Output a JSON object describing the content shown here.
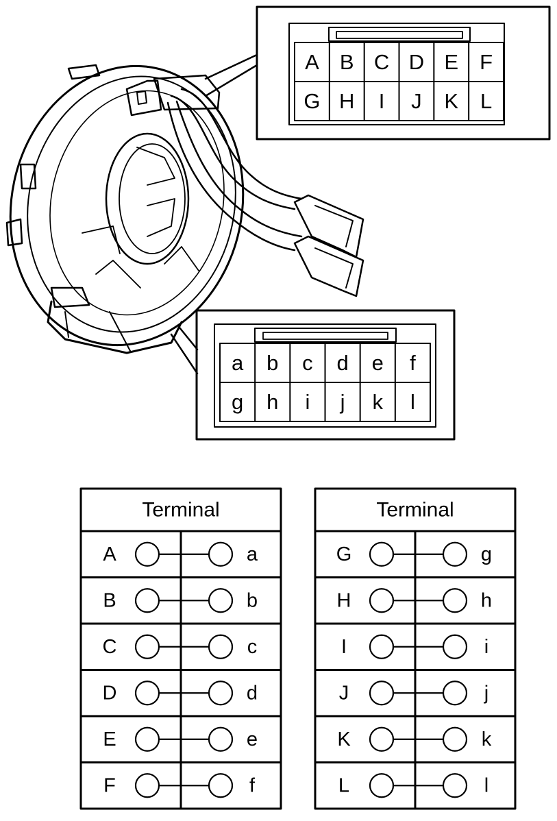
{
  "connector_top": {
    "rows": [
      [
        "A",
        "B",
        "C",
        "D",
        "E",
        "F"
      ],
      [
        "G",
        "H",
        "I",
        "J",
        "K",
        "L"
      ]
    ]
  },
  "connector_bottom": {
    "rows": [
      [
        "a",
        "b",
        "c",
        "d",
        "e",
        "f"
      ],
      [
        "g",
        "h",
        "i",
        "j",
        "k",
        "l"
      ]
    ]
  },
  "tables": [
    {
      "header": "Terminal",
      "rows": [
        {
          "left": "A",
          "right": "a"
        },
        {
          "left": "B",
          "right": "b"
        },
        {
          "left": "C",
          "right": "c"
        },
        {
          "left": "D",
          "right": "d"
        },
        {
          "left": "E",
          "right": "e"
        },
        {
          "left": "F",
          "right": "f"
        }
      ]
    },
    {
      "header": "Terminal",
      "rows": [
        {
          "left": "G",
          "right": "g"
        },
        {
          "left": "H",
          "right": "h"
        },
        {
          "left": "I",
          "right": "i"
        },
        {
          "left": "J",
          "right": "j"
        },
        {
          "left": "K",
          "right": "k"
        },
        {
          "left": "L",
          "right": "l"
        }
      ]
    }
  ]
}
